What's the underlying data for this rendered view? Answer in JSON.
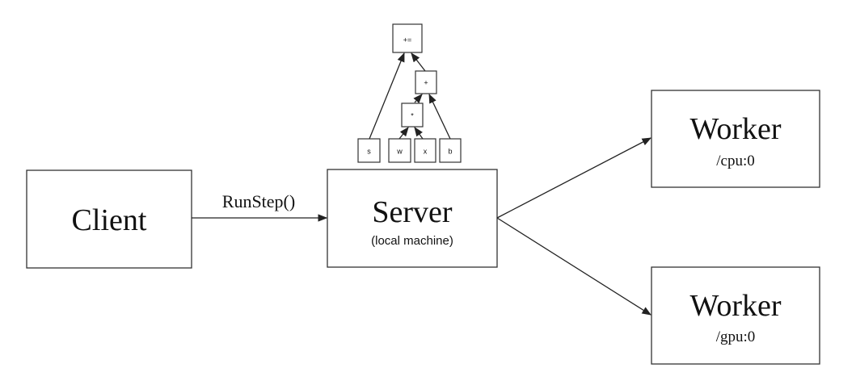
{
  "client": {
    "label": "Client"
  },
  "server": {
    "label": "Server",
    "sublabel": "(local machine)"
  },
  "edge_client_server": {
    "label": "RunStep()"
  },
  "workers": [
    {
      "label": "Worker",
      "device": "/cpu:0"
    },
    {
      "label": "Worker",
      "device": "/gpu:0"
    }
  ],
  "graph": {
    "nodes": {
      "add_assign": "+=",
      "add": "+",
      "mul": "*",
      "s": "s",
      "w": "w",
      "x": "x",
      "b": "b"
    }
  }
}
